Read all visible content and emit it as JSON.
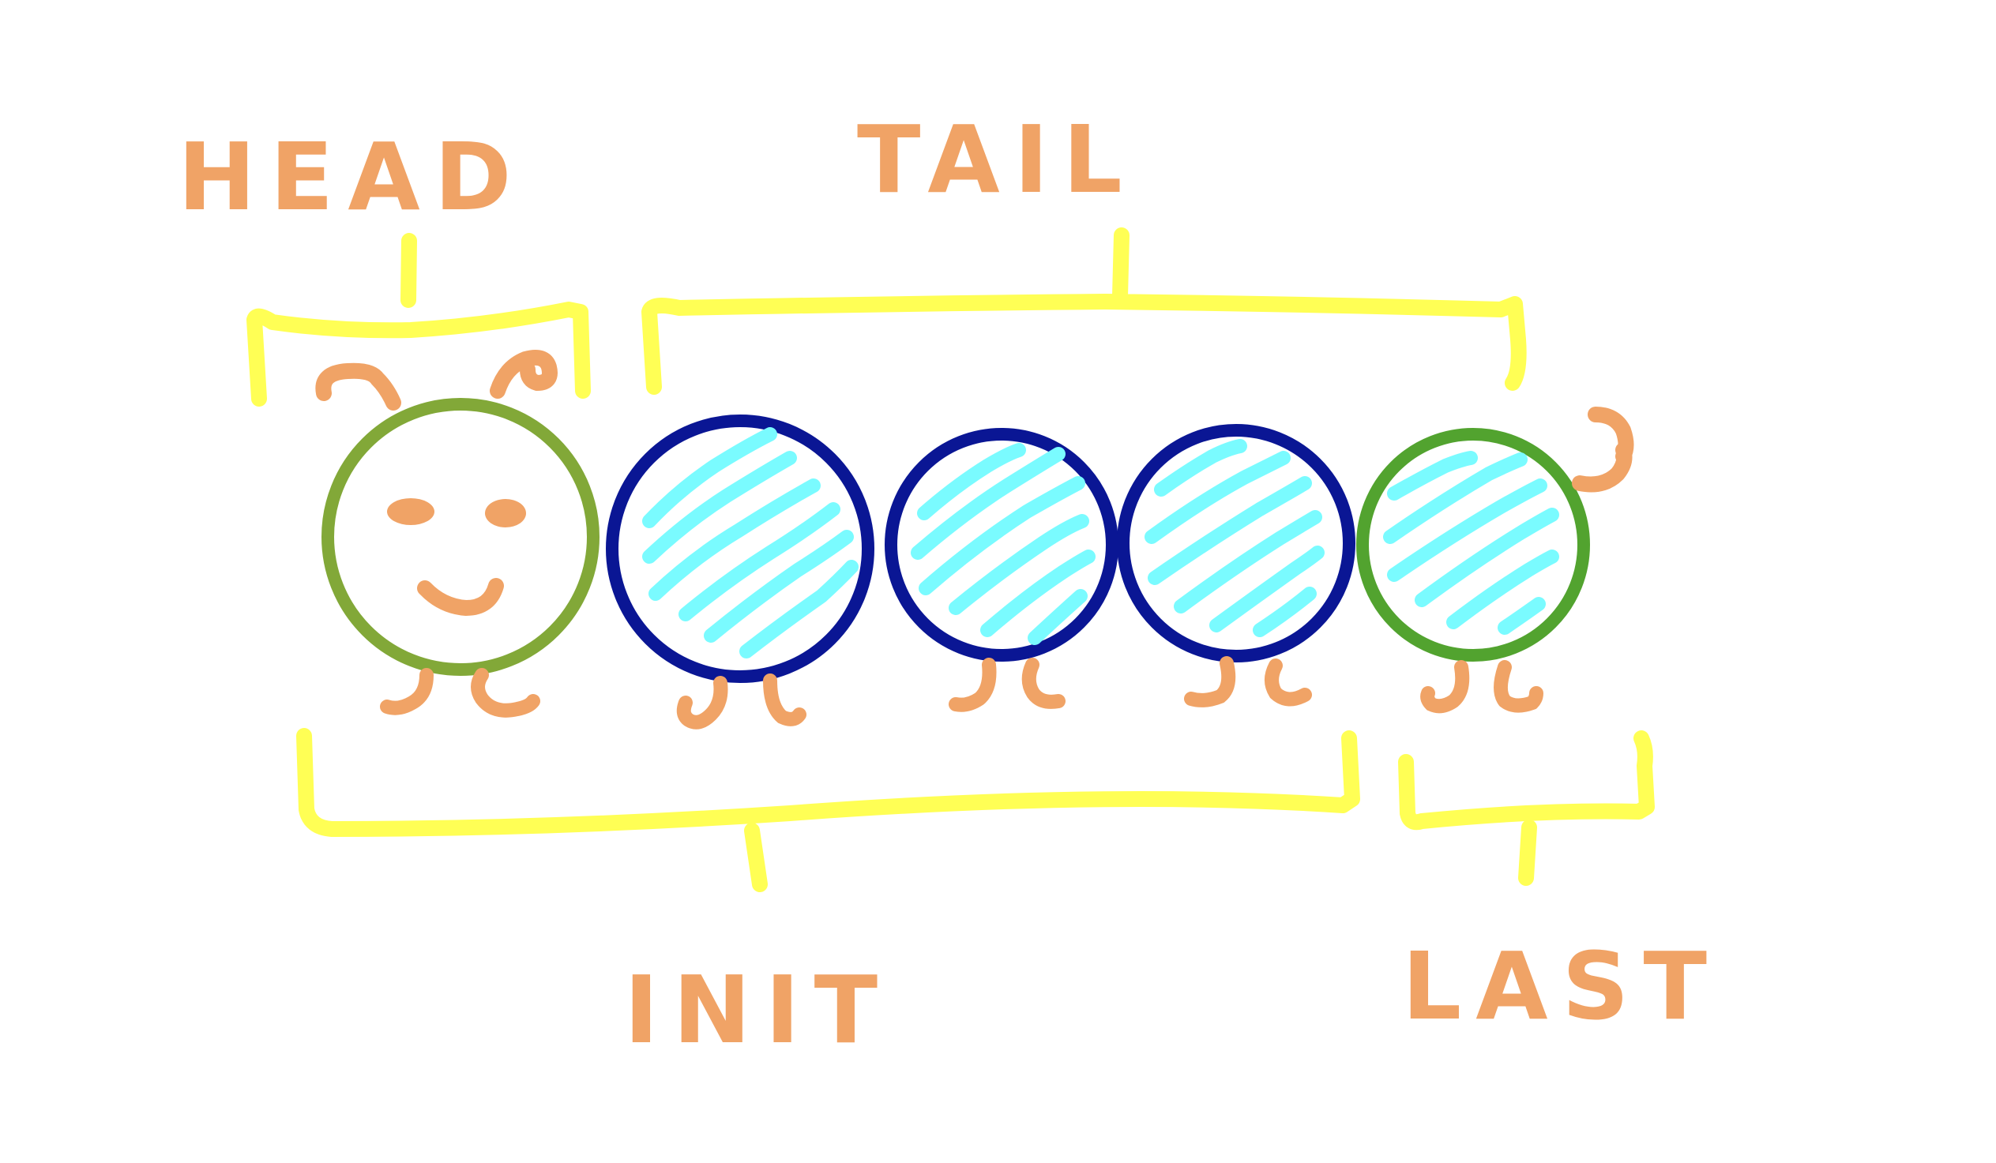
{
  "labels": {
    "head": "HEAD",
    "tail": "TAIL",
    "init": "INIT",
    "last": "LAST"
  },
  "colors": {
    "label": "#F0A366",
    "bracket": "#FFFF55",
    "head_ring": "#82A838",
    "body_ring": "#0A1694",
    "last_ring": "#52A32F",
    "hatch": "#7AFBFF",
    "feature": "#F0A366",
    "background": "#FFFFFF"
  },
  "segments": [
    {
      "kind": "head"
    },
    {
      "kind": "body"
    },
    {
      "kind": "body"
    },
    {
      "kind": "body"
    },
    {
      "kind": "last"
    }
  ]
}
